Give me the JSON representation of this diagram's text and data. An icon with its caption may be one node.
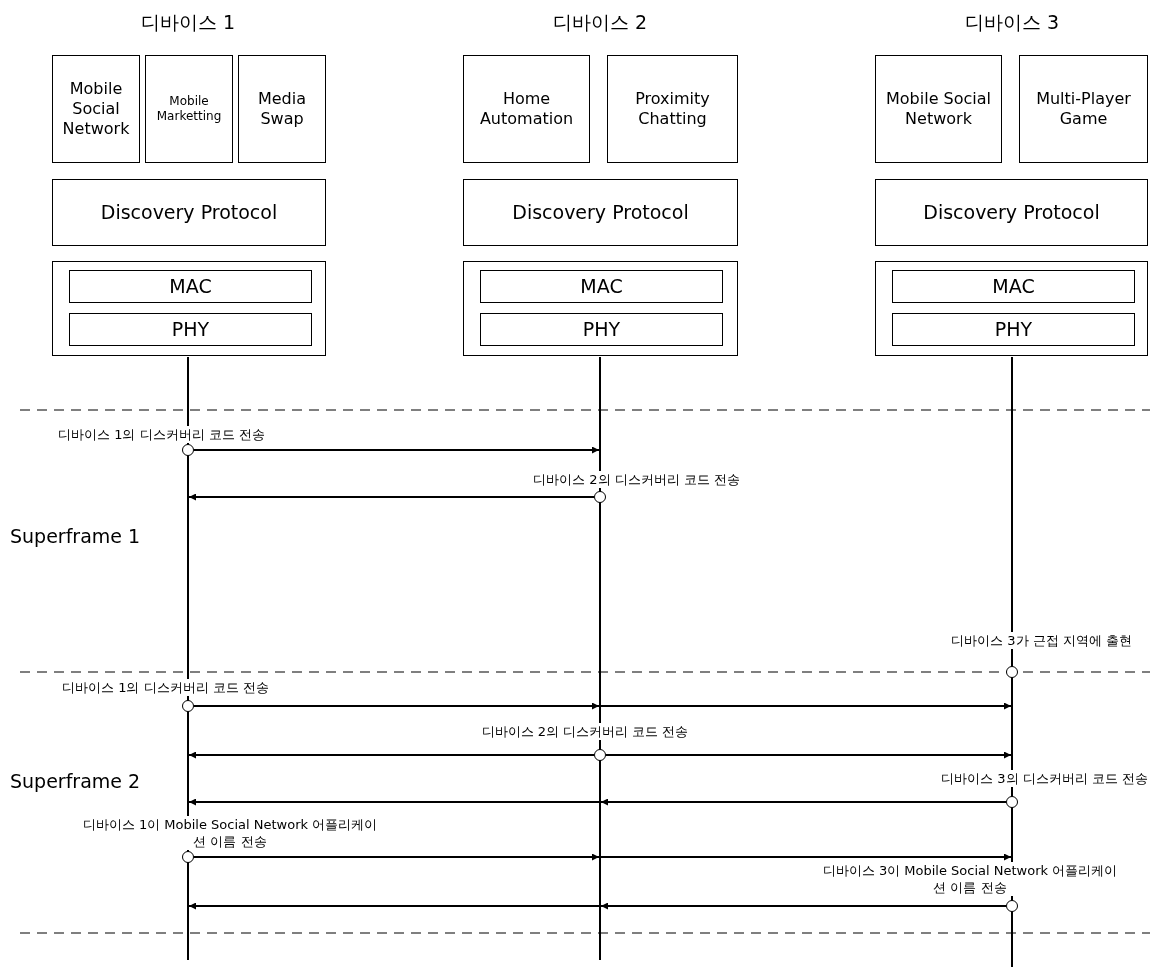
{
  "diagram": {
    "nodes": [
      {
        "text": [
          "Mobile Social Network"
        ]
      },
      {
        "text": [
          "Mobile Marketting"
        ]
      },
      {
        "text": [
          "Media Swap"
        ]
      },
      {
        "text": [
          "Discovery Protocol"
        ]
      },
      {
        "text": [],
        "shape": "box"
      },
      {
        "text": [
          "MAC"
        ],
        "in": 4
      },
      {
        "text": [
          "PHY"
        ],
        "in": 4
      },
      {
        "text": [
          "Home Automation"
        ]
      },
      {
        "text": [
          "Proximity Chatting"
        ]
      },
      {
        "text": [
          "Discovery Protocol"
        ]
      },
      {
        "text": [],
        "shape": "box"
      },
      {
        "text": [
          "MAC"
        ],
        "in": 10
      },
      {
        "text": [
          "PHY"
        ],
        "in": 10
      },
      {
        "text": [
          "Mobile Social Network"
        ]
      },
      {
        "text": [
          "Multi-Player Game"
        ]
      },
      {
        "text": [
          "Discovery Protocol"
        ]
      },
      {
        "text": [],
        "shape": "box"
      },
      {
        "text": [
          "MAC"
        ],
        "in": 16
      },
      {
        "text": [
          "PHY"
        ],
        "in": 16
      },
      {
        "text": [],
        "shape": "bar"
      },
      {
        "text": [],
        "shape": "bar"
      },
      {
        "text": [],
        "shape": "bar"
      },
      {
        "text": [],
        "shape": "circle"
      },
      {
        "text": [],
        "shape": "circle"
      },
      {
        "text": [],
        "shape": "circle"
      },
      {
        "text": [],
        "shape": "circle"
      },
      {
        "text": [],
        "shape": "circle"
      },
      {
        "text": [],
        "shape": "circle"
      },
      {
        "text": [],
        "shape": "circle"
      },
      {
        "text": [],
        "shape": "circle"
      }
    ],
    "edges": [
      {
        "from": 22,
        "to": 20,
        "arrow": "to"
      },
      {
        "from": 23,
        "to": 19,
        "arrow": "to"
      },
      {
        "from": 25,
        "to": 20,
        "arrow": "to"
      },
      {
        "from": 20,
        "to": 21,
        "arrow": "to"
      },
      {
        "from": 26,
        "to": 19,
        "arrow": "to"
      },
      {
        "from": 26,
        "to": 21,
        "arrow": "to"
      },
      {
        "from": 27,
        "to": 20,
        "arrow": "to"
      },
      {
        "from": 20,
        "to": 19,
        "arrow": "to"
      },
      {
        "from": 28,
        "to": 20,
        "arrow": "to"
      },
      {
        "from": 20,
        "to": 21,
        "arrow": "to"
      },
      {
        "from": 29,
        "to": 20,
        "arrow": "to"
      },
      {
        "from": 20,
        "to": 19,
        "arrow": "to"
      }
    ],
    "labels": [
      "디바이스 1",
      "디바이스 2",
      "디바이스 3",
      "디바이스 1의 디스커버리 코드 전송",
      "디바이스 2의 디스커버리 코드 전송",
      "Superframe 1",
      "디바이스 3가 근접 지역에 출현",
      "디바이스 1의 디스커버리 코드 전송",
      "디바이스 2의 디스커버리 코드 전송",
      "Superframe 2",
      "디바이스 3의 디스커버리 코드 전송",
      "디바이스 1이 Mobile Social Network 어플리케이션 이름 전송",
      "디바이스 3이 Mobile Social Network 어플리케이션 이름 전송"
    ]
  }
}
